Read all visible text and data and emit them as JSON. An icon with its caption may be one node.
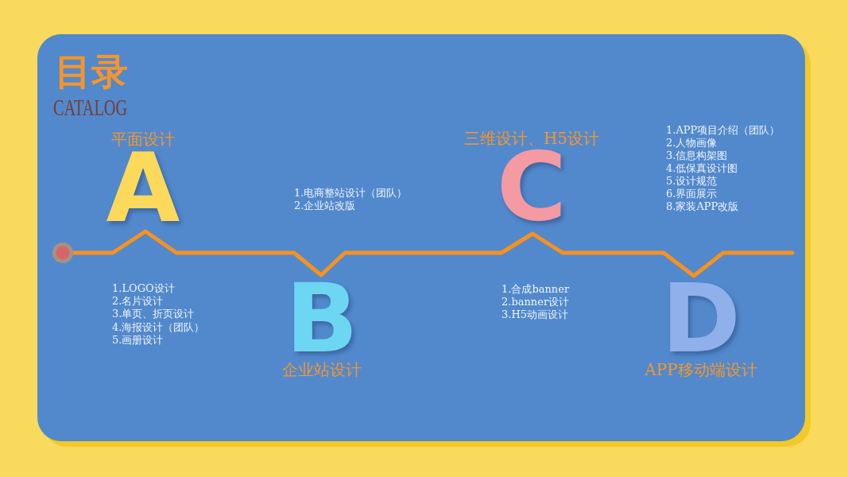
{
  "diagram": {
    "title": "目录",
    "labels": [
      "CATALOG",
      "A",
      "平面设计",
      "1.LOGO设计",
      "2.名片设计",
      "3.单页、折页设计",
      "4.海报设计（团队）",
      "5.画册设计",
      "B",
      "企业站设计",
      "1.电商整站设计（团队）",
      "2.企业站改版",
      "C",
      "三维设计、H5设计",
      "1.合成banner",
      "2.banner设计",
      "3.H5动画设计",
      "D",
      "APP移动端设计",
      "1.APP项目介绍（团队）",
      "2.人物画像",
      "3.信息构架图",
      "4.低保真设计图",
      "5.设计规范",
      "6.界面展示",
      "8.家装APP改版"
    ]
  }
}
